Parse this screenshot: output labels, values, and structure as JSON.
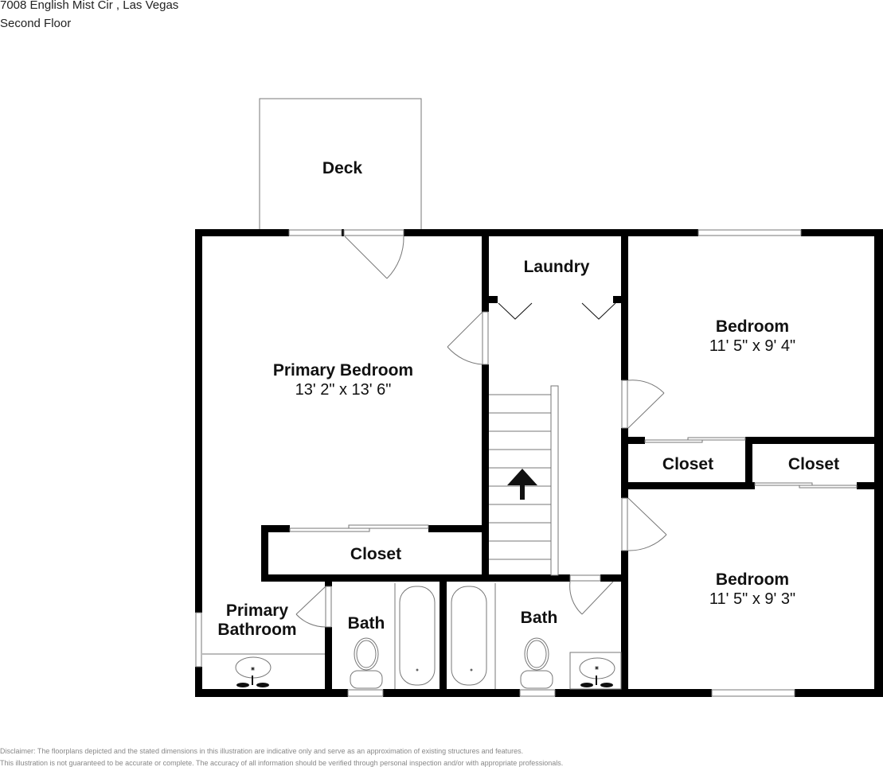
{
  "header": {
    "address": "7008 English Mist Cir , Las Vegas",
    "floor": "Second Floor"
  },
  "rooms": {
    "deck": {
      "name": "Deck"
    },
    "primary_bedroom": {
      "name": "Primary Bedroom",
      "dimensions": "13' 2\" x 13' 6\""
    },
    "laundry": {
      "name": "Laundry"
    },
    "bedroom_1": {
      "name": "Bedroom",
      "dimensions": "11' 5\" x 9' 4\""
    },
    "closet_bed1": {
      "name": "Closet"
    },
    "closet_bed2": {
      "name": "Closet"
    },
    "bedroom_2": {
      "name": "Bedroom",
      "dimensions": "11' 5\" x 9' 3\""
    },
    "primary_closet": {
      "name": "Closet"
    },
    "primary_bathroom": {
      "name": "Primary\nBathroom",
      "line1": "Primary",
      "line2": "Bathroom"
    },
    "bath_1": {
      "name": "Bath"
    },
    "bath_2": {
      "name": "Bath"
    }
  },
  "stairs": {
    "direction": "up"
  },
  "footer": {
    "disclaimer_line1": "Disclaimer: The floorplans depicted and the stated dimensions in this illustration are indicative only and serve as an approximation of existing structures and features.",
    "disclaimer_line2": "This illustration is not guaranteed to be accurate or complete. The accuracy of all information should be verified through personal inspection and/or with appropriate professionals."
  },
  "colors": {
    "wall": "#000000",
    "line": "#777777",
    "text": "#111111",
    "disclaimer": "#888888"
  }
}
